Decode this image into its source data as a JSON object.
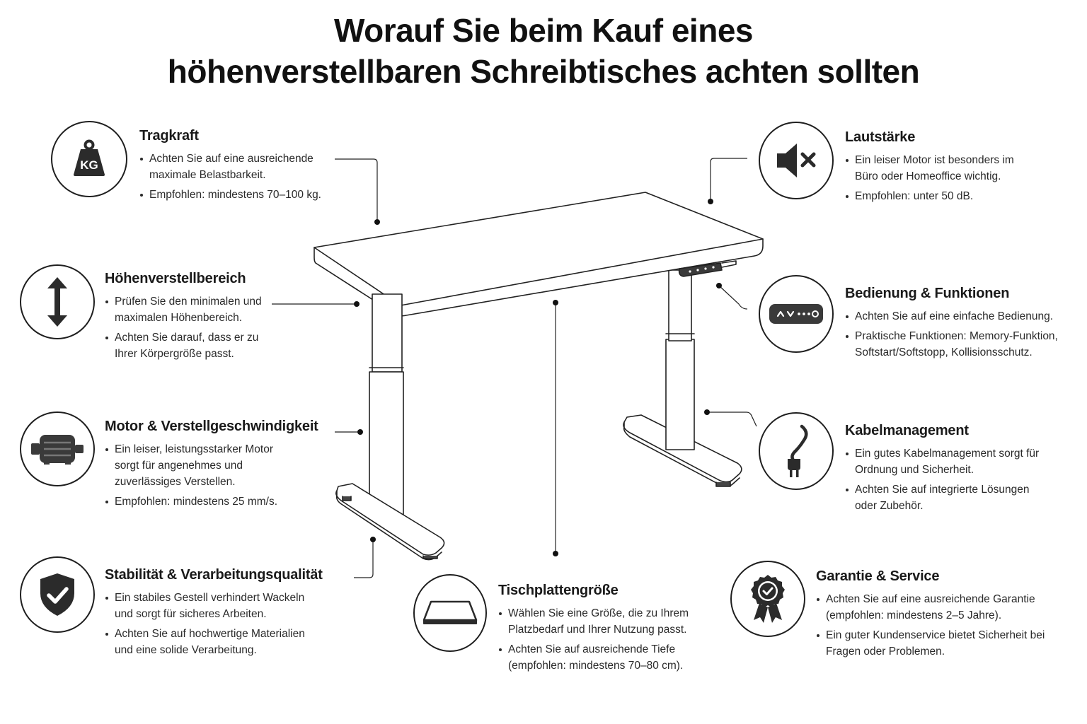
{
  "title": {
    "line1": "Worauf Sie beim Kauf eines",
    "line2": "höhenverstellbaren Schreibtisches achten sollten"
  },
  "features": {
    "tragkraft": {
      "icon": "weight-kg-icon",
      "icon_text": "KG",
      "heading": "Tragkraft",
      "bullets": [
        "Achten Sie auf eine ausreichende maximale Belastbarkeit.",
        "Empfohlen: mindestens 70–100 kg."
      ]
    },
    "hoehe": {
      "icon": "up-down-arrow-icon",
      "heading": "Höhenverstellbereich",
      "bullets": [
        "Prüfen Sie den minimalen und maximalen Höhenbereich.",
        "Achten Sie darauf, dass er zu Ihrer Körpergröße passt."
      ]
    },
    "motor": {
      "icon": "motor-icon",
      "heading": "Motor & Verstellgeschwindigkeit",
      "bullets": [
        "Ein leiser, leistungsstarker Motor sorgt für angenehmes und zuverlässiges Verstellen.",
        "Empfohlen: mindestens 25 mm/s."
      ]
    },
    "stabilitaet": {
      "icon": "shield-check-icon",
      "heading": "Stabilität & Verarbeitungsqualität",
      "bullets": [
        "Ein stabiles Gestell verhindert Wackeln und sorgt für sicheres Arbeiten.",
        "Achten Sie auf hochwertige Materialien und eine solide Verarbeitung."
      ]
    },
    "tischplatte": {
      "icon": "tabletop-icon",
      "heading": "Tischplattengröße",
      "bullets": [
        "Wählen Sie eine Größe, die zu Ihrem Platzbedarf und Ihrer Nutzung passt.",
        "Achten Sie auf ausreichende Tiefe (empfohlen: mindestens 70–80 cm)."
      ]
    },
    "lautstaerke": {
      "icon": "speaker-mute-icon",
      "heading": "Lautstärke",
      "bullets": [
        "Ein leiser Motor ist besonders im Büro oder Homeoffice wichtig.",
        "Empfohlen: unter 50 dB."
      ]
    },
    "bedienung": {
      "icon": "control-panel-icon",
      "heading": "Bedienung & Funktionen",
      "bullets": [
        "Achten Sie auf eine einfache Bedienung.",
        "Praktische Funktionen: Memory-Funktion, Softstart/Softstopp, Kollisionsschutz."
      ]
    },
    "kabel": {
      "icon": "power-plug-icon",
      "heading": "Kabelmanagement",
      "bullets": [
        "Ein gutes Kabelmanagement sorgt für Ordnung und Sicherheit.",
        "Achten Sie auf integrierte Lösungen oder Zubehör."
      ]
    },
    "garantie": {
      "icon": "award-badge-icon",
      "heading": "Garantie & Service",
      "bullets": [
        "Achten Sie auf eine ausreichende Garantie (empfohlen: mindestens 2–5 Jahre).",
        "Ein guter Kundenservice bietet Sicherheit bei Fragen oder Problemen."
      ]
    }
  },
  "colors": {
    "ink": "#1a1a1a",
    "icon_fill": "#2b2b2b",
    "background": "#ffffff"
  }
}
